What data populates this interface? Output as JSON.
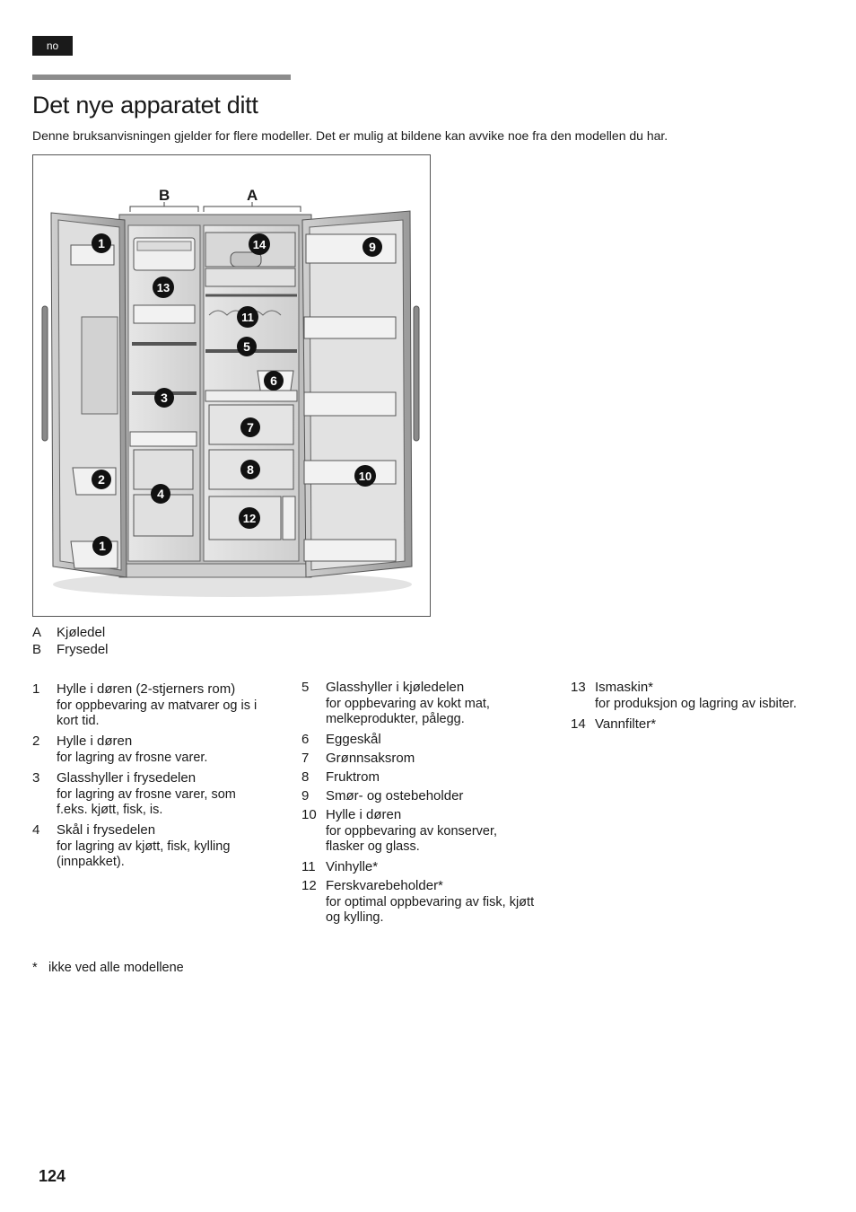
{
  "lang_badge": "no",
  "title": "Det nye apparatet ditt",
  "intro": "Denne bruksanvisningen gjelder for flere modeller. Det er mulig at bildene kan avvike noe fra den modellen du har.",
  "figure": {
    "label_b": "B",
    "label_a": "A",
    "callouts": [
      "1",
      "13",
      "3",
      "2",
      "4",
      "1",
      "14",
      "11",
      "5",
      "6",
      "7",
      "8",
      "12",
      "9",
      "10"
    ]
  },
  "ab_legend": [
    {
      "key": "A",
      "text": "Kjøledel"
    },
    {
      "key": "B",
      "text": "Frysedel"
    }
  ],
  "column1": [
    {
      "num": "1",
      "title": "Hylle i døren (2-stjerners rom)",
      "desc": "for oppbevaring av matvarer og is i kort tid."
    },
    {
      "num": "2",
      "title": "Hylle i døren",
      "desc": "for lagring av frosne varer."
    },
    {
      "num": "3",
      "title": "Glasshyller i frysedelen",
      "desc": "for lagring av frosne varer, som f.eks. kjøtt, fisk, is."
    },
    {
      "num": "4",
      "title": "Skål i frysedelen",
      "desc": "for lagring av kjøtt, fisk, kylling (innpakket)."
    }
  ],
  "column2": [
    {
      "num": "5",
      "title": "Glasshyller i kjøledelen",
      "desc": "for oppbevaring av kokt mat, melkeprodukter, pålegg."
    },
    {
      "num": "6",
      "title": "Eggeskål",
      "desc": ""
    },
    {
      "num": "7",
      "title": "Grønnsaksrom",
      "desc": ""
    },
    {
      "num": "8",
      "title": "Fruktrom",
      "desc": ""
    },
    {
      "num": "9",
      "title": "Smør- og ostebeholder",
      "desc": ""
    },
    {
      "num": "10",
      "title": "Hylle i døren",
      "desc": "for oppbevaring av konserver, flasker og glass."
    },
    {
      "num": "11",
      "title": "Vinhylle*",
      "desc": ""
    },
    {
      "num": "12",
      "title": "Ferskvarebeholder*",
      "desc": "for optimal oppbevaring av fisk, kjøtt og kylling."
    }
  ],
  "column3": [
    {
      "num": "13",
      "title": "Ismaskin*",
      "desc": "for produksjon og lagring av isbiter."
    },
    {
      "num": "14",
      "title": "Vannfilter*",
      "desc": ""
    }
  ],
  "footnote": {
    "star": "*",
    "text": "ikke ved alle modellene"
  },
  "page_number": "124"
}
